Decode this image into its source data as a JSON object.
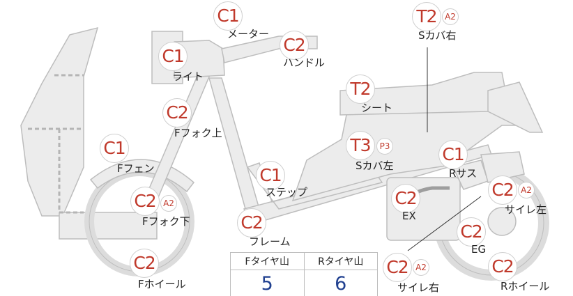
{
  "parts": [
    {
      "id": "meter",
      "grade": "C1",
      "label": "メーター"
    },
    {
      "id": "handle",
      "grade": "C2",
      "label": "ハンドル"
    },
    {
      "id": "light",
      "grade": "C1",
      "label": "ライト"
    },
    {
      "id": "front-fork-upper",
      "grade": "C2",
      "label": "Fフォク上"
    },
    {
      "id": "front-fender",
      "grade": "C1",
      "label": "Fフェン"
    },
    {
      "id": "front-fork-lower",
      "grade": "C2",
      "sub": "A2",
      "label": "Fフォク下"
    },
    {
      "id": "front-wheel",
      "grade": "C2",
      "label": "Fホイール"
    },
    {
      "id": "side-cover-right",
      "grade": "T2",
      "sub": "A2",
      "label": "Sカバ右"
    },
    {
      "id": "seat",
      "grade": "T2",
      "label": "シート"
    },
    {
      "id": "side-cover-left",
      "grade": "T3",
      "sub": "P3",
      "label": "Sカバ左"
    },
    {
      "id": "rear-suspension",
      "grade": "C1",
      "label": "Rサス"
    },
    {
      "id": "step",
      "grade": "C1",
      "label": "ステップ"
    },
    {
      "id": "exhaust",
      "grade": "C2",
      "label": "EX"
    },
    {
      "id": "muffler-left",
      "grade": "C2",
      "sub": "A2",
      "label": "サイレ左"
    },
    {
      "id": "engine",
      "grade": "C2",
      "label": "EG"
    },
    {
      "id": "frame",
      "grade": "C2",
      "label": "フレーム"
    },
    {
      "id": "muffler-right",
      "grade": "C2",
      "sub": "A2",
      "label": "サイレ右"
    },
    {
      "id": "rear-wheel",
      "grade": "C2",
      "label": "Rホイール"
    }
  ],
  "tyre_tread": {
    "headers": [
      "Fタイヤ山",
      "Rタイヤ山"
    ],
    "values": [
      "5",
      "6"
    ]
  },
  "colors": {
    "grade_text": "#c0392b",
    "tread_value": "#1f3f8f",
    "part_fill": "#ececec",
    "part_stroke": "#bdbdbd"
  }
}
